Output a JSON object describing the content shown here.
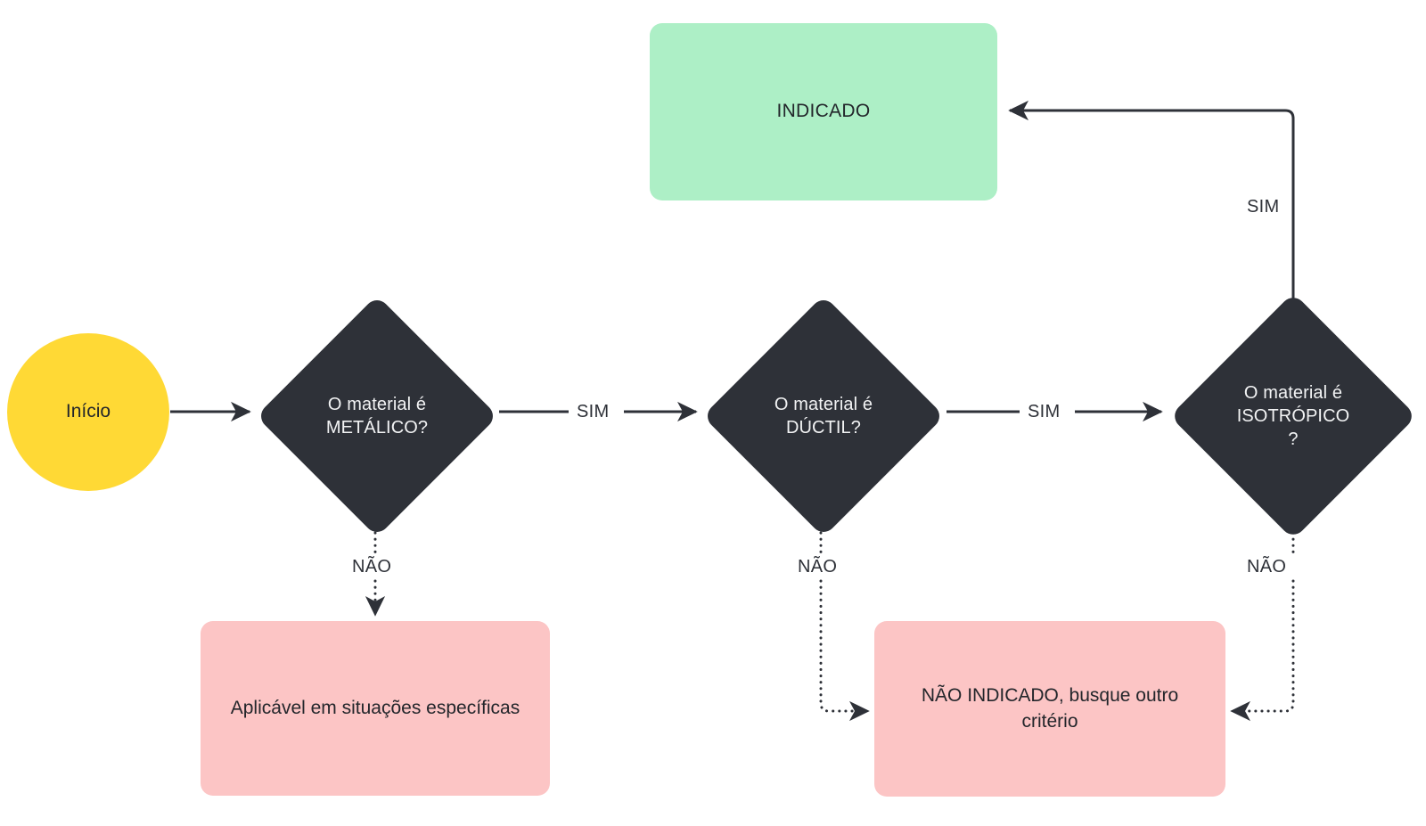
{
  "diagram": {
    "title": "Fluxograma de seleção de critério de material",
    "background": "#ffffff",
    "colors": {
      "start": "#FFD935",
      "decision": "#2E3138",
      "decision_text": "#F2F3F4",
      "positive_outcome": "#ADEFC6",
      "negative_outcome": "#FCC5C5",
      "edge": "#2E3138",
      "text": "#23262B"
    },
    "nodes": {
      "start": {
        "label": "Início",
        "shape": "circle"
      },
      "decision_metalico": {
        "label": "O material é\nMETÁLICO?",
        "shape": "diamond"
      },
      "decision_ductil": {
        "label": "O material é\nDÚCTIL?",
        "shape": "diamond"
      },
      "decision_isotropico": {
        "label": "O material é\nISOTRÓPICO\n?",
        "shape": "diamond"
      },
      "outcome_indicado": {
        "label": "INDICADO",
        "shape": "rounded-rect"
      },
      "outcome_aplicavel": {
        "label": "Aplicável em situações\nespecíficas",
        "shape": "rounded-rect"
      },
      "outcome_nao_indicado": {
        "label": "NÃO INDICADO, busque outro\ncritério",
        "shape": "rounded-rect"
      }
    },
    "edge_labels": {
      "sim_1": "SIM",
      "sim_2": "SIM",
      "sim_3": "SIM",
      "nao_1": "NÃO",
      "nao_2": "NÃO",
      "nao_3": "NÃO"
    }
  }
}
